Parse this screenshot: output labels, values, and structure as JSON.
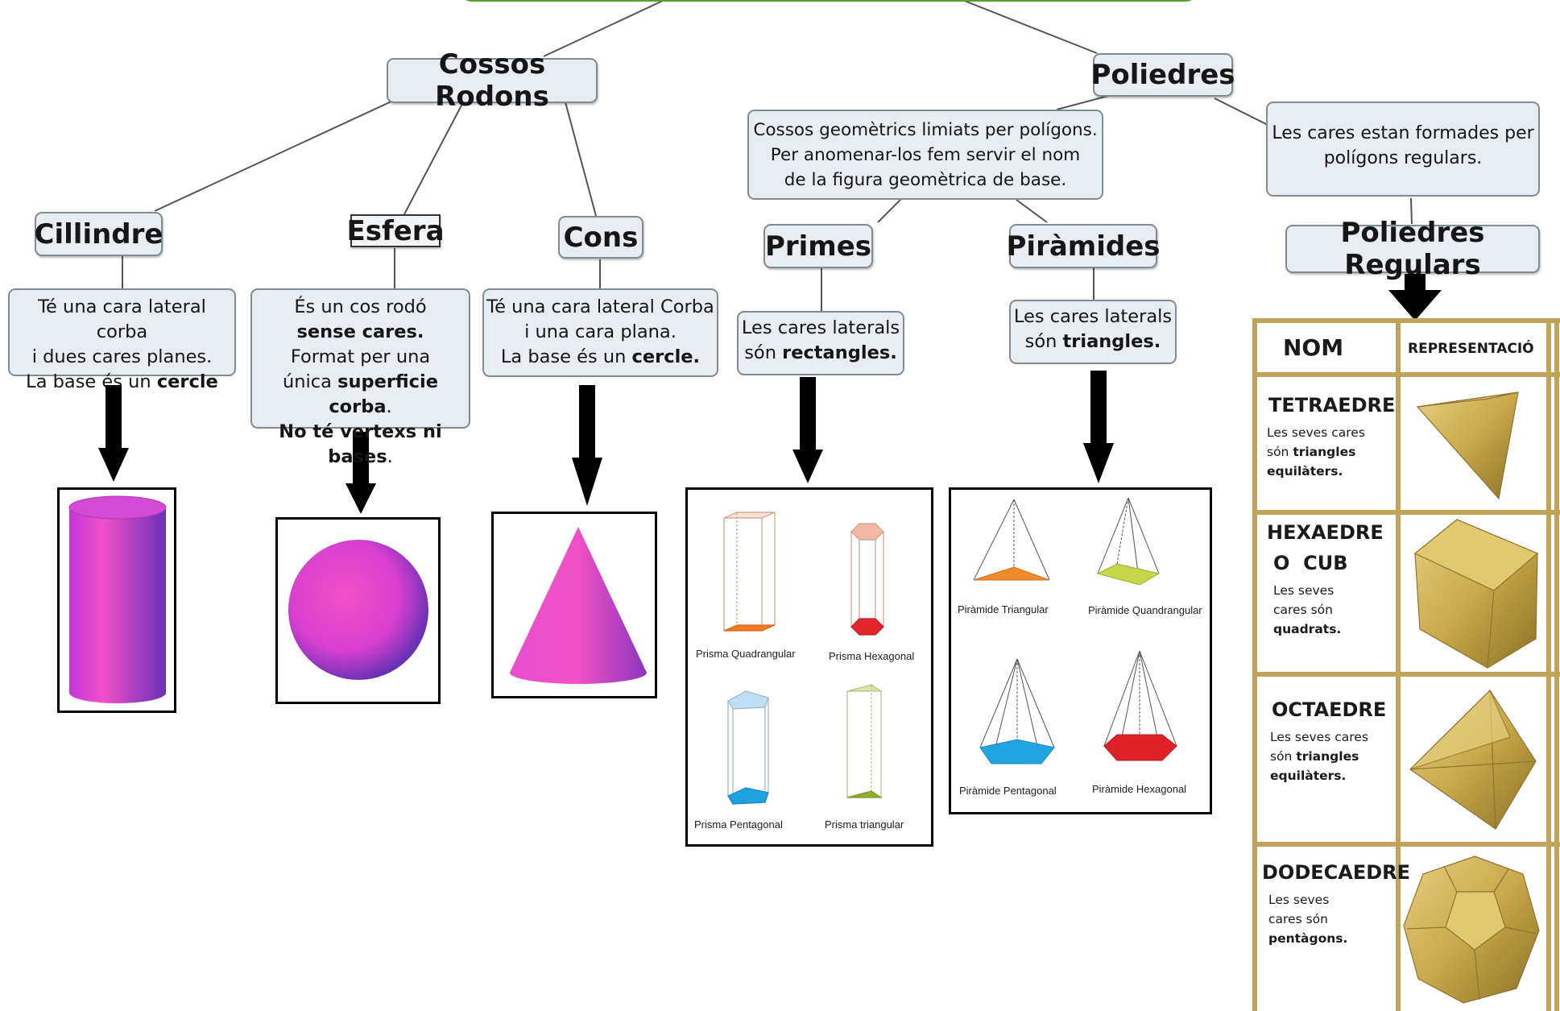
{
  "rounded": {
    "title": "Cossos Rodons",
    "cylinder": {
      "title": "Cillindre",
      "l1": "Té una cara lateral corba",
      "l2": "i dues cares planes.",
      "l3a": "La base és un ",
      "l3b": "cercle"
    },
    "sphere": {
      "title": "Esfera",
      "l1": "És un cos rodó",
      "l2": "sense cares.",
      "l3": "Format per una",
      "l4a": "única ",
      "l4b": "superficie corba",
      "l4c": ".",
      "l5a": "No té vertexs ni bases",
      "l5b": "."
    },
    "cone": {
      "title": "Cons",
      "l1": "Té una cara lateral Corba",
      "l2": "i una cara plana.",
      "l3a": "La base és un ",
      "l3b": "cercle."
    }
  },
  "polyhedra": {
    "title": "Poliedres",
    "desc": {
      "l1": "Cossos geomètrics limiats per polígons.",
      "l2": "Per anomenar-los fem servir el nom",
      "l3": "de la figura geomètrica de base."
    },
    "regular_desc": {
      "l1": "Les cares estan formades per",
      "l2": "polígons regulars."
    },
    "prisms": {
      "title": "Primes",
      "l1": "Les cares laterals",
      "l2a": "són ",
      "l2b": "rectangles."
    },
    "pyramids": {
      "title": "Piràmides",
      "l1": "Les cares laterals",
      "l2a": "són ",
      "l2b": "triangles."
    },
    "regular_title": "Poliedres Regulars"
  },
  "prism_captions": [
    "Prisma Quadrangular",
    "Prisma Hexagonal",
    "Prisma Pentagonal",
    "Prisma triangular"
  ],
  "pyramid_captions": [
    "Piràmide Triangular",
    "Piràmide Quandrangular",
    "Piràmide Pentagonal",
    "Piràmide Hexagonal"
  ],
  "table": {
    "header_name": "NOM",
    "header_rep": "REPRESENTACIÓ",
    "rows": [
      {
        "name1": "TETRAEDRE",
        "name2": "",
        "d1": "Les seves cares",
        "d2a": "són ",
        "d2b": "triangles",
        "d3": "equilàters."
      },
      {
        "name1": "HEXAEDRE",
        "name2": "O  CUB",
        "d1": "Les seves",
        "d2a": "cares són",
        "d2b": "",
        "d3": "quadrats."
      },
      {
        "name1": "OCTAEDRE",
        "name2": "",
        "d1": "Les seves cares",
        "d2a": "són ",
        "d2b": "triangles",
        "d3": "equilàters."
      },
      {
        "name1": "DODECAEDRE",
        "name2": "",
        "d1": "Les seves",
        "d2a": "cares són",
        "d2b": "",
        "d3": "pentàgons."
      }
    ]
  },
  "colors": {
    "box_fill": "#e7edf2",
    "box_border": "#7f8c95",
    "root_border": "#5aa02c",
    "table_gold": "#c2a35a",
    "magenta": "#e040c8",
    "solid_gold": "#c9a84a"
  }
}
